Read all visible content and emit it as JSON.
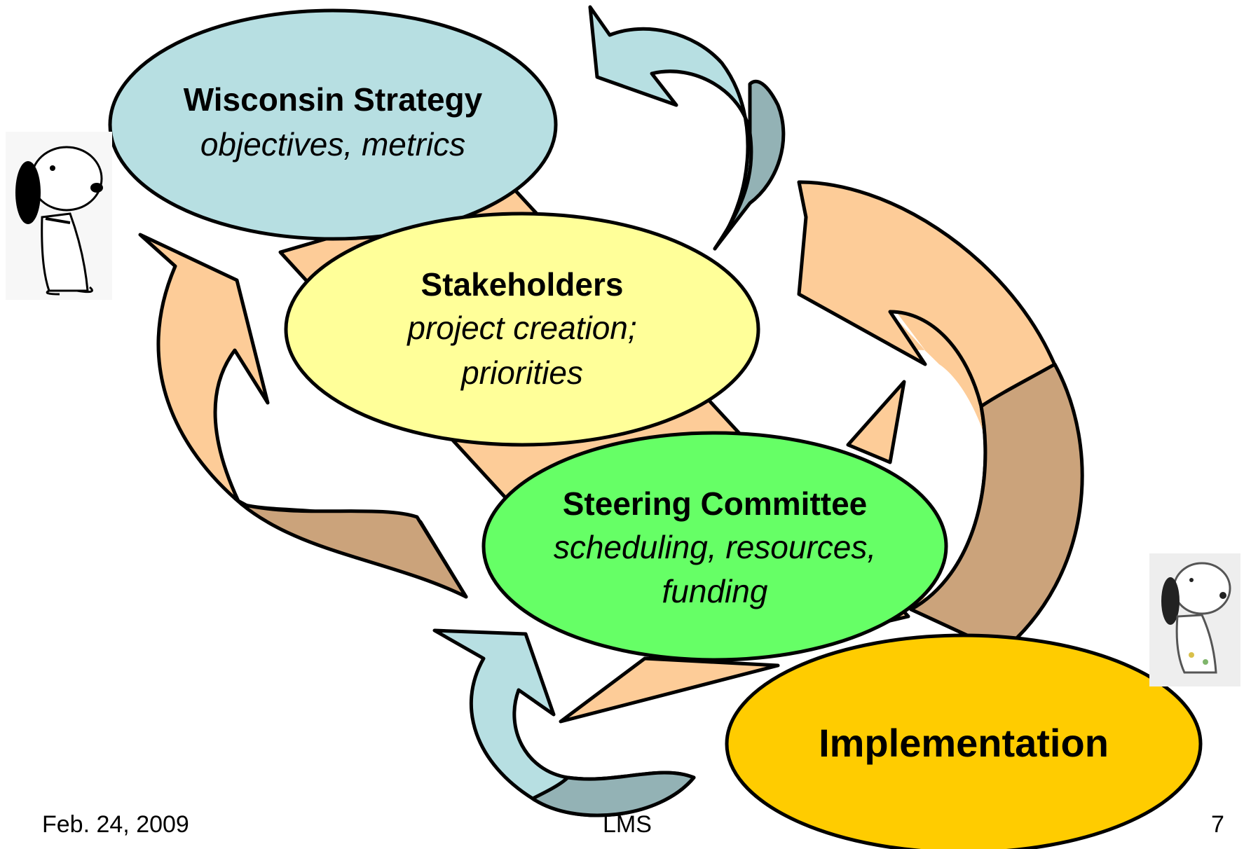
{
  "nodes": {
    "strategy": {
      "title": "Wisconsin Strategy",
      "subtitle": [
        "objectives, metrics"
      ],
      "color": "#b7dfe2"
    },
    "stakeholders": {
      "title": "Stakeholders",
      "subtitle": [
        "project creation;",
        "priorities"
      ],
      "color": "#ffff99"
    },
    "steering": {
      "title": "Steering Committee",
      "subtitle": [
        "scheduling, resources,",
        "funding"
      ],
      "color": "#66ff66"
    },
    "implementation": {
      "title": "Implementation",
      "color": "#ffcc00"
    }
  },
  "colors": {
    "arrow_light": "#fdcc98",
    "arrow_dark": "#cba37b",
    "blue_light": "#b7dfe2",
    "blue_dark": "#93b2b5"
  },
  "footer": {
    "date": "Feb. 24, 2009",
    "center": "LMS",
    "page": "7"
  }
}
